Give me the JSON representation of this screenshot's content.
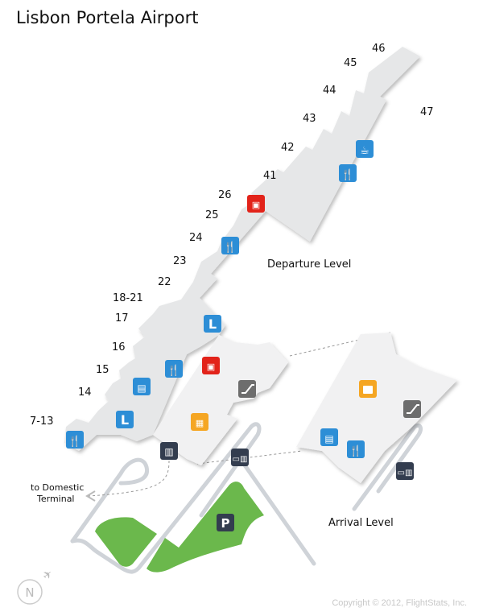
{
  "title": "Lisbon Portela Airport",
  "gates": [
    "46",
    "45",
    "44",
    "43",
    "42",
    "41",
    "47",
    "26",
    "25",
    "24",
    "23",
    "22",
    "18-21",
    "17",
    "16",
    "15",
    "14",
    "7-13"
  ],
  "levels": {
    "departure": "Departure Level",
    "arrival": "Arrival Level"
  },
  "domestic_label": [
    "to Domestic",
    "Terminal"
  ],
  "parking_label": "P",
  "compass_label": "N",
  "copyright": "Copyright © 2012, FlightStats, Inc.",
  "colors": {
    "food": "#2d8ed6",
    "security": "#e2231a",
    "checkin": "#f5a623",
    "escalator": "#6d6d6d",
    "transport": "#333d4f",
    "parking": "#6bb84c",
    "terminal": "#e6e7e8",
    "road": "#cfd3d8"
  },
  "icons": [
    "coffee-icon",
    "restaurant-icon",
    "passport-control-icon",
    "lounge-icon",
    "shop-icon",
    "escalator-icon",
    "check-in-icon",
    "bus-icon",
    "taxi-bus-icon",
    "baggage-icon",
    "parking-icon"
  ]
}
